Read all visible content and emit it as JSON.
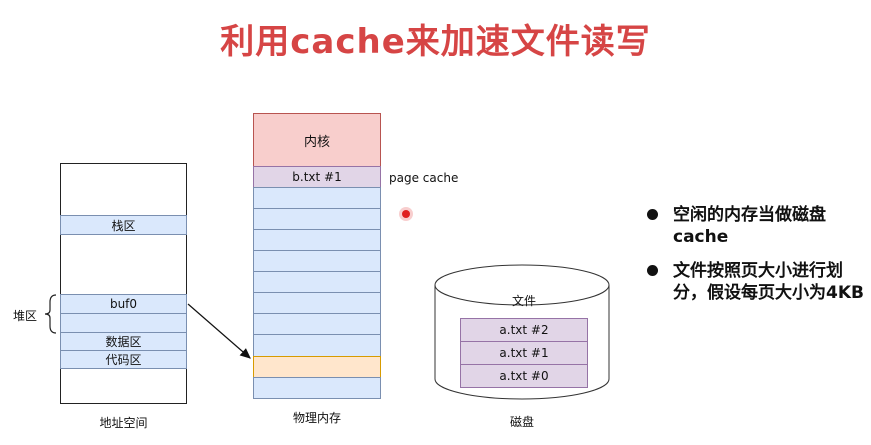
{
  "title": "利用cache来加速文件读写",
  "colors": {
    "title": "#d64545",
    "block_fill": "#dae8fc",
    "block_border": "#7a8fb0",
    "kernel_fill": "#f8cecc",
    "kernel_border": "#b85450",
    "page_cache_fill": "#e1d5e7",
    "page_cache_border": "#9673a6",
    "highlight_fill": "#ffe6cc",
    "highlight_border": "#d79b00",
    "cursor": "#e02020"
  },
  "address_space": {
    "caption": "地址空间",
    "heap_label": "堆区",
    "stack": "栈区",
    "buffer": "buf0",
    "data": "数据区",
    "code": "代码区"
  },
  "physical_memory": {
    "caption": "物理内存",
    "kernel": "内核",
    "cached_page": "b.txt #1",
    "page_cache_label": "page cache"
  },
  "disk": {
    "caption": "磁盘",
    "label": "文件",
    "blocks": [
      "a.txt #2",
      "a.txt #1",
      "a.txt #0"
    ]
  },
  "bullets": [
    "空闲的内存当做磁盘cache",
    "文件按照页大小进行划分，假设每页大小为4KB"
  ]
}
